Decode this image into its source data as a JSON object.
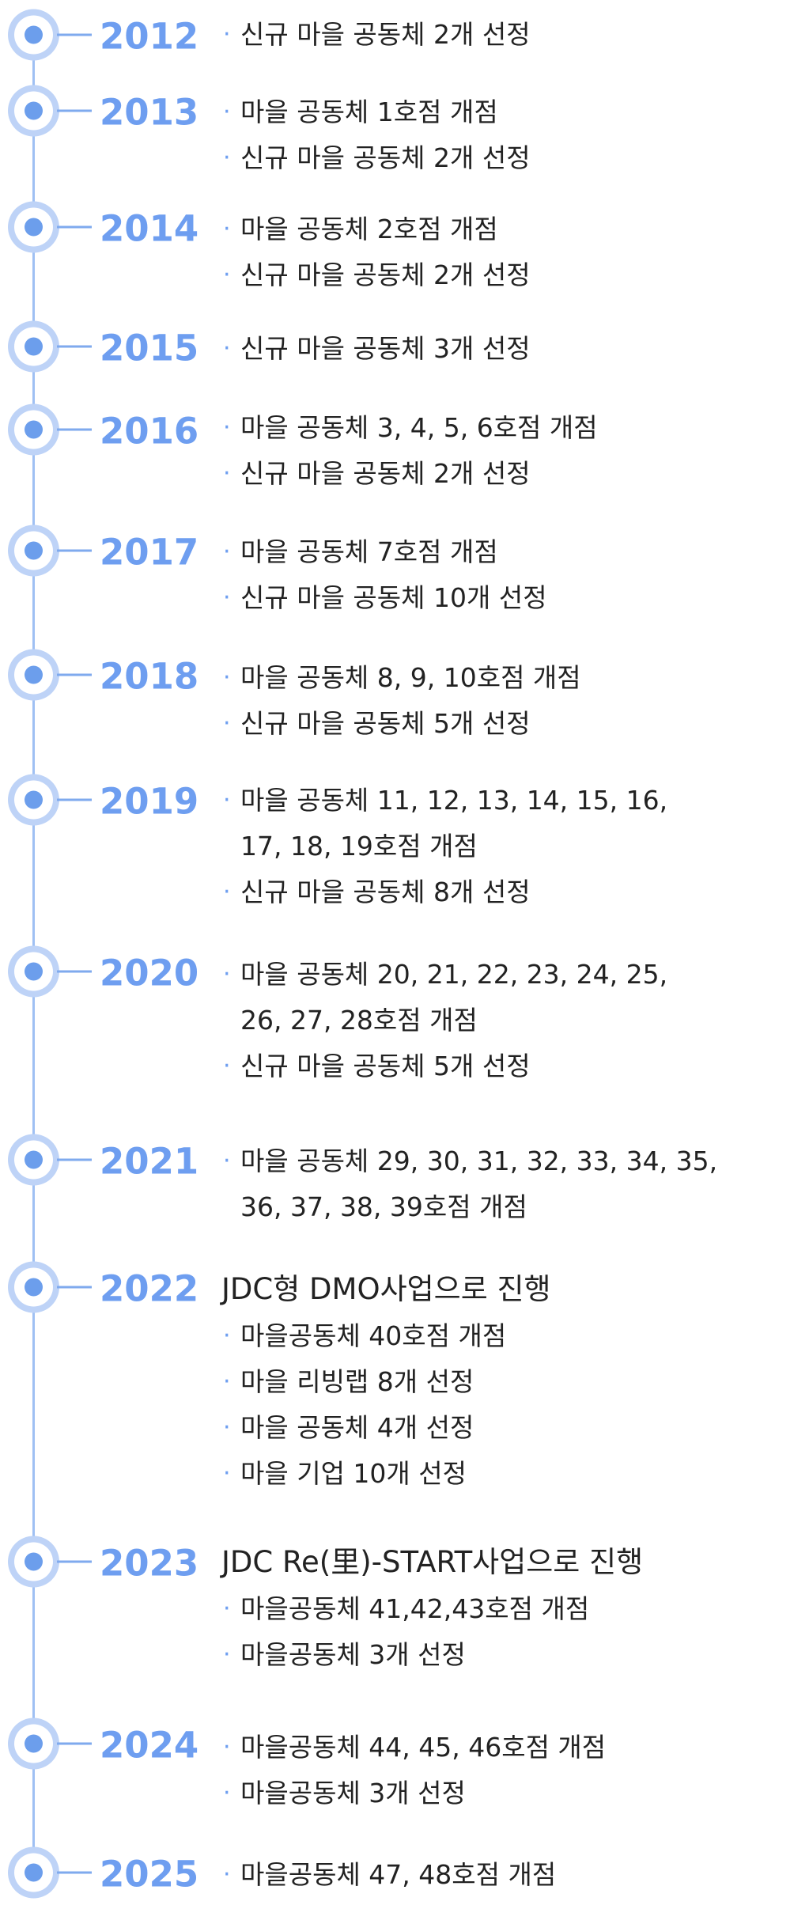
{
  "colors": {
    "accent": "#6e9ef0",
    "node_ring": "#bed3f7",
    "node_core": "#6c9eec",
    "line": "#9fc0f3",
    "text": "#222222"
  },
  "entries": [
    {
      "year": "2012",
      "items": [
        "신규 마을 공동체 2개 선정"
      ]
    },
    {
      "year": "2013",
      "items": [
        "마을 공동체 1호점 개점",
        "신규 마을 공동체 2개 선정"
      ]
    },
    {
      "year": "2014",
      "items": [
        "마을 공동체 2호점 개점",
        "신규 마을 공동체 2개 선정"
      ]
    },
    {
      "year": "2015",
      "items": [
        "신규 마을 공동체 3개 선정"
      ]
    },
    {
      "year": "2016",
      "items": [
        "마을 공동체 3, 4, 5, 6호점 개점",
        "신규 마을 공동체 2개 선정"
      ]
    },
    {
      "year": "2017",
      "items": [
        "마을 공동체 7호점 개점",
        "신규 마을 공동체 10개 선정"
      ]
    },
    {
      "year": "2018",
      "items": [
        "마을 공동체 8, 9, 10호점 개점",
        "신규 마을 공동체 5개 선정"
      ]
    },
    {
      "year": "2019",
      "items": [
        "마을 공동체 11, 12, 13, 14, 15, 16,",
        "17, 18, 19호점 개점",
        "신규 마을 공동체 8개 선정"
      ]
    },
    {
      "year": "2020",
      "items": [
        "마을 공동체 20, 21, 22, 23, 24, 25,",
        "26, 27, 28호점 개점",
        "신규 마을 공동체 5개 선정"
      ]
    },
    {
      "year": "2021",
      "items": [
        "마을 공동체 29, 30, 31, 32, 33, 34, 35,",
        "36, 37, 38, 39호점 개점"
      ]
    },
    {
      "year": "2022",
      "heading": "JDC형 DMO사업으로 진행",
      "items": [
        "마을공동체 40호점 개점",
        "마을 리빙랩 8개 선정",
        "마을 공동체 4개 선정",
        "마을 기업 10개 선정"
      ]
    },
    {
      "year": "2023",
      "heading": "JDC Re(里)-START사업으로 진행",
      "items": [
        "마을공동체 41,42,43호점 개점",
        "마을공동체 3개 선정"
      ]
    },
    {
      "year": "2024",
      "items": [
        "마을공동체 44, 45, 46호점 개점",
        "마을공동체 3개 선정"
      ]
    },
    {
      "year": "2025",
      "items": [
        "마을공동체 47, 48호점 개점"
      ]
    }
  ]
}
